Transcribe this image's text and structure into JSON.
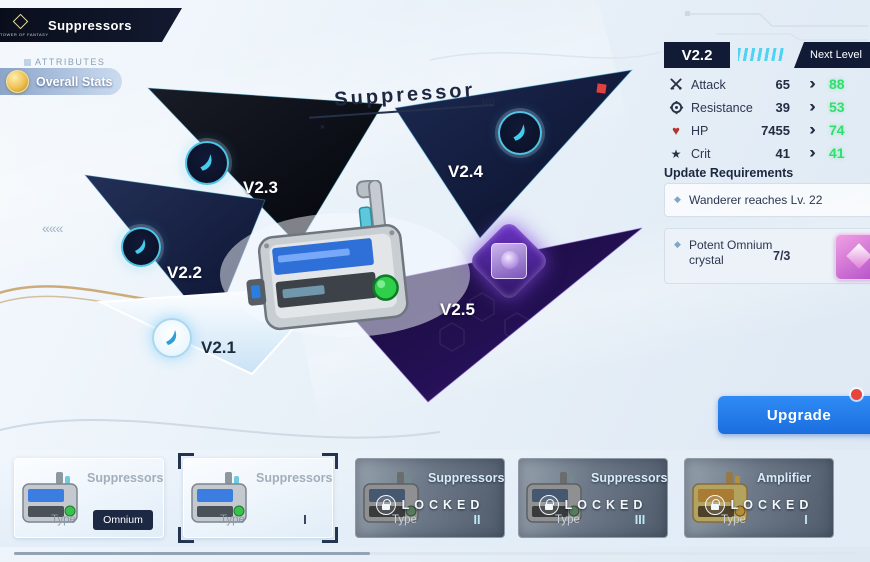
{
  "brand": {
    "title": "Suppressors",
    "logo_text": "TOWER OF FANTASY"
  },
  "sidebar": {
    "attributes_label": "ATTRIBUTES",
    "overall_stats_label": "Overall Stats"
  },
  "map": {
    "banner_label": "Suppressor",
    "banner_ticks": "||||",
    "banner_mark": "×",
    "nodes": [
      {
        "label": "V2.1",
        "icon": "feather-icon"
      },
      {
        "label": "V2.2",
        "icon": "feather-icon"
      },
      {
        "label": "V2.3",
        "icon": "feather-icon"
      },
      {
        "label": "V2.4",
        "icon": "feather-icon"
      },
      {
        "label": "V2.5",
        "icon": "relic-item-icon"
      }
    ]
  },
  "panel": {
    "version_badge": "V2.2",
    "next_level_label": "Next Level",
    "glyphs": {
      "heart": "♥",
      "star": "★",
      "chevron": "›",
      "bullet": "◆"
    },
    "stats": [
      {
        "icon": "sword-icon",
        "label": "Attack",
        "current": "65",
        "next": "88"
      },
      {
        "icon": "gear-icon",
        "label": "Resistance",
        "current": "39",
        "next": "53"
      },
      {
        "icon": "heart-icon",
        "label": "HP",
        "current": "7455",
        "next": "74"
      },
      {
        "icon": "star-icon",
        "label": "Crit",
        "current": "41",
        "next": "41"
      }
    ],
    "requirements_title": "Update Requirements",
    "requirements": [
      {
        "text": "Wanderer reaches Lv. 22"
      },
      {
        "text": "Potent Omnium crystal",
        "count": "7/3",
        "item_icon": "omnium-crystal-icon"
      }
    ],
    "upgrade_label": "Upgrade"
  },
  "cards": [
    {
      "title": "Suppressors",
      "type_label": "Type",
      "type_value": "Omnium",
      "state": "unlocked"
    },
    {
      "title": "Suppressors",
      "type_label": "Type",
      "type_value": "I",
      "state": "selected"
    },
    {
      "title": "Suppressors",
      "type_label": "Type",
      "type_value": "II",
      "state": "locked",
      "locked_label": "LOCKED"
    },
    {
      "title": "Suppressors",
      "type_label": "Type",
      "type_value": "III",
      "state": "locked",
      "locked_label": "LOCKED"
    },
    {
      "title": "Amplifier",
      "type_label": "Type",
      "type_value": "I",
      "state": "locked",
      "locked_label": "LOCKED"
    }
  ],
  "colors": {
    "accent_cyan": "#3fd0f2",
    "upgrade_blue": "#1f7be8",
    "next_value_green": "#2fe06e",
    "dark_navy": "#121b36",
    "gold": "#c9a36a"
  }
}
